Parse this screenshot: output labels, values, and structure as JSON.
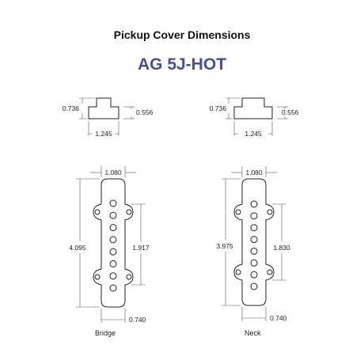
{
  "header": {
    "title": "Pickup Cover Dimensions",
    "model": "AG 5J-HOT",
    "model_color": "#4a4f8e"
  },
  "side_views": [
    {
      "height_outer": "0.736",
      "height_inner": "0.556",
      "width": "1.245"
    },
    {
      "height_outer": "0.736",
      "height_inner": "0.556",
      "width": "1.245"
    }
  ],
  "top_views": [
    {
      "label": "Bridge",
      "width": "1.080",
      "length": "4.095",
      "pole_span": "1.917",
      "offset": "0.740",
      "pole_count": 8
    },
    {
      "label": "Neck",
      "width": "1.080",
      "length": "3.975",
      "pole_span": "1.830",
      "offset": "0.740",
      "pole_count": 8
    }
  ]
}
